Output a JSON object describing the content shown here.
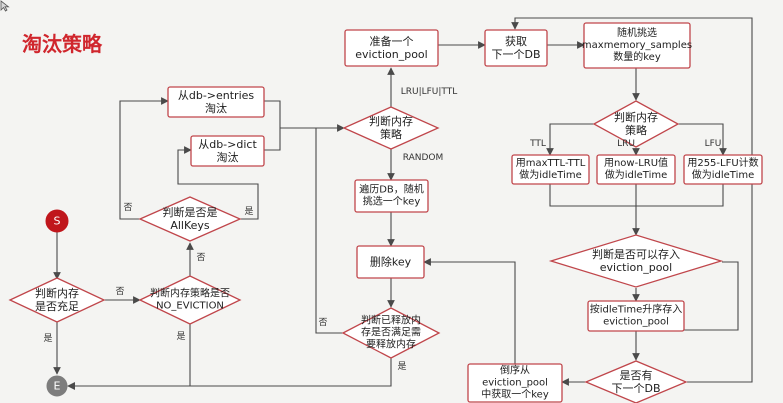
{
  "title": "淘汰策略",
  "colors": {
    "node_border": "#c0464b",
    "node_fill": "#ffffff",
    "line": "#4a4a4a",
    "start_fill": "#c0161c",
    "end_fill": "#7d7d7d",
    "title": "#d0262d"
  },
  "nodes": {
    "start": "S",
    "end": "E",
    "judge_memory": [
      "判断内存",
      "是否充足"
    ],
    "judge_no_eviction": [
      "判断内存策略是否",
      "NO_EVICTION"
    ],
    "judge_allkeys": [
      "判断是否是",
      "AllKeys"
    ],
    "from_entries": [
      "从db->entries",
      "淘汰"
    ],
    "from_dict": [
      "从db->dict",
      "淘汰"
    ],
    "prepare_pool": [
      "准备一个",
      "eviction_pool"
    ],
    "judge_strategy": [
      "判断内存",
      "策略"
    ],
    "traverse_db": [
      "遍历DB，随机",
      "挑选一个key"
    ],
    "delete_key": [
      "删除key"
    ],
    "judge_freed": [
      "判断已释放内",
      "存是否满足需",
      "要释放内存"
    ],
    "get_next_db": [
      "获取",
      "下一个DB"
    ],
    "random_pick": [
      "随机挑选",
      "maxmemory_samples",
      "数量的key"
    ],
    "judge_strategy2": [
      "判断内存",
      "策略"
    ],
    "ttl_box": [
      "用maxTTL-TTL",
      "做为idleTime"
    ],
    "lru_box": [
      "用now-LRU值",
      "做为idleTime"
    ],
    "lfu_box": [
      "用255-LFU计数",
      "做为idleTime"
    ],
    "judge_can_store": [
      "判断是否可以存入",
      "eviction_pool"
    ],
    "sort_store": [
      "按idleTime升序存入",
      "eviction_pool"
    ],
    "has_next_db": [
      "是否有",
      "下一个DB"
    ],
    "reverse_get": [
      "倒序从",
      "eviction_pool",
      "中获取一个key"
    ]
  },
  "edge_labels": {
    "memory_no": "否",
    "memory_yes": "是",
    "no_eviction_no": "否",
    "no_eviction_yes": "是",
    "allkeys_no": "否",
    "allkeys_yes": "是",
    "lru_lfu_ttl": "LRU|LFU|TTL",
    "random": "RANDOM",
    "freed_no": "否",
    "freed_yes": "是",
    "ttl": "TTL",
    "lru": "LRU",
    "lfu": "LFU"
  }
}
